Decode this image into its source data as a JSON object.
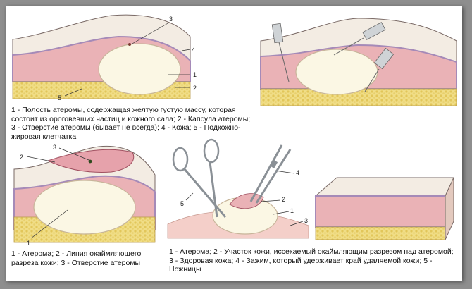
{
  "panels": {
    "anatomy": {
      "labels": [
        "1",
        "2",
        "3",
        "4",
        "5"
      ],
      "caption": "1 - Полость атеромы, содержащая желтую густую массу, которая состоит из ороговевших частиц и кожного сала; 2 - Капсула атеромы; 3 - Отверстие атеромы (бывает не всегда); 4 - Кожа; 5 - Подкожно-жировая клетчатка"
    },
    "incision": {
      "labels": [
        "1",
        "2",
        "3"
      ],
      "caption": "1 - Атерома; 2 - Линия окаймляющего разреза кожи; 3 - Отверстие атеромы"
    },
    "removal": {
      "labels": [
        "1",
        "2",
        "3",
        "4",
        "5"
      ],
      "caption": "1 - Атерома; 2 - Участок кожи, иссекаемый окаймляющим разрезом над атеромой; 3 - Здоровая кожа; 4 - Зажим, который удерживает край удаляемой кожи; 5 - Ножницы"
    }
  },
  "palette": {
    "skin": "#f4cfc9",
    "dermis": "#eab2b6",
    "dermis_border": "#a58ab8",
    "fat": "#f0dd86",
    "cyst": "#fbf7e4",
    "surface": "#f3ece3",
    "instrument": "#9aa0a6",
    "outline": "#7a6a66"
  }
}
